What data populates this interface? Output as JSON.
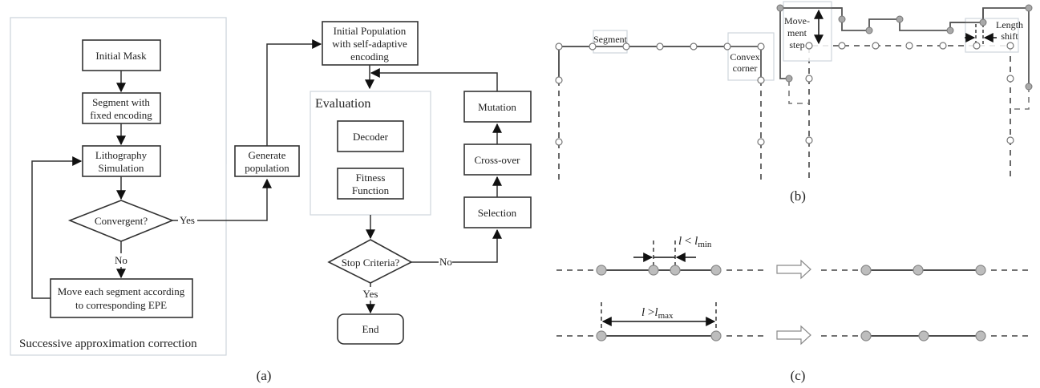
{
  "panel_a": {
    "caption": "(a)",
    "sac_group_label": "Successive approximation correction",
    "nodes": {
      "initial_mask": "Initial Mask",
      "segment_fixed": [
        "Segment with",
        "fixed encoding"
      ],
      "litho_sim": [
        "Lithography",
        "Simulation"
      ],
      "convergent": "Convergent?",
      "move_segment": [
        "Move each segment according",
        "to corresponding EPE"
      ],
      "generate_population": [
        "Generate",
        "population"
      ],
      "initial_population": [
        "Initial Population",
        "with self-adaptive",
        "encoding"
      ],
      "evaluation_title": "Evaluation",
      "decoder": "Decoder",
      "fitness": [
        "Fitness",
        "Function"
      ],
      "stop_criteria": "Stop Criteria?",
      "end": "End",
      "mutation": "Mutation",
      "crossover": "Cross-over",
      "selection": "Selection"
    },
    "edge_labels": {
      "convergent_yes": "Yes",
      "convergent_no": "No",
      "stop_yes": "Yes",
      "stop_no": "No"
    }
  },
  "panel_b": {
    "caption": "(b)",
    "labels": {
      "segment": "Segment",
      "convex_corner": [
        "Convex",
        "corner"
      ],
      "movement_step": [
        "Move-",
        "ment",
        "step"
      ],
      "length_shift": [
        "Length",
        "shift"
      ]
    }
  },
  "panel_c": {
    "caption": "(c)",
    "rule_min": {
      "var": "l",
      "op": " < ",
      "bound": "l",
      "sub": "min"
    },
    "rule_max": {
      "var": "l",
      "op": " >",
      "bound": "l",
      "sub": "max"
    }
  }
}
